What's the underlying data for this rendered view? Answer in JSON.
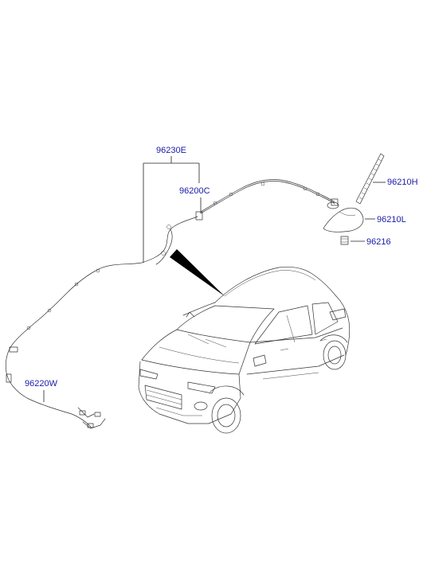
{
  "part_labels": {
    "p96230E": "96230E",
    "p96200C": "96200C",
    "p96210H": "96210H",
    "p96210L": "96210L",
    "p96216": "96216",
    "p96220W": "96220W"
  },
  "colors": {
    "label": "#1a1aa8",
    "line": "#222222",
    "background": "#ffffff"
  }
}
